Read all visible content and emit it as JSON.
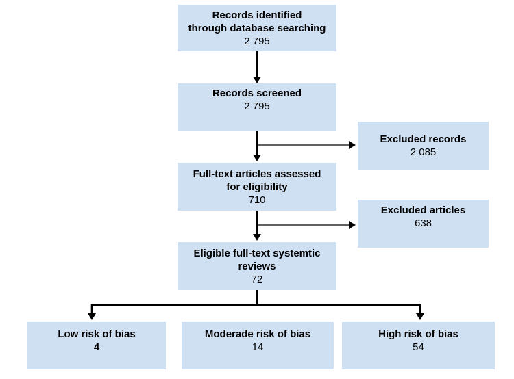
{
  "diagram": {
    "type": "flowchart",
    "description": "Systematic review / PRISMA-style record selection flow diagram",
    "colors": {
      "box_fill": "#cfe0f3",
      "line": "#000000",
      "text": "#000000",
      "background": "#ffffff"
    },
    "boxes": {
      "records_identified": {
        "title": "Records identified\nthrough database searching",
        "value": "2 795"
      },
      "records_screened": {
        "title": "Records screened",
        "value": "2 795"
      },
      "excluded_records": {
        "title": "Excluded records",
        "value": "2 085"
      },
      "fulltext_assessed": {
        "title": "Full-text articles assessed\nfor eligibility",
        "value": "710"
      },
      "excluded_articles": {
        "title": "Excluded articles",
        "value": "638"
      },
      "eligible_reviews": {
        "title": "Eligible full-text systemtic\nreviews",
        "value": "72"
      },
      "low_risk": {
        "title": "Low risk of bias",
        "value": "4"
      },
      "moderate_risk": {
        "title": "Moderade risk of bias",
        "value": "14"
      },
      "high_risk": {
        "title": "High risk of bias",
        "value": "54"
      }
    }
  }
}
